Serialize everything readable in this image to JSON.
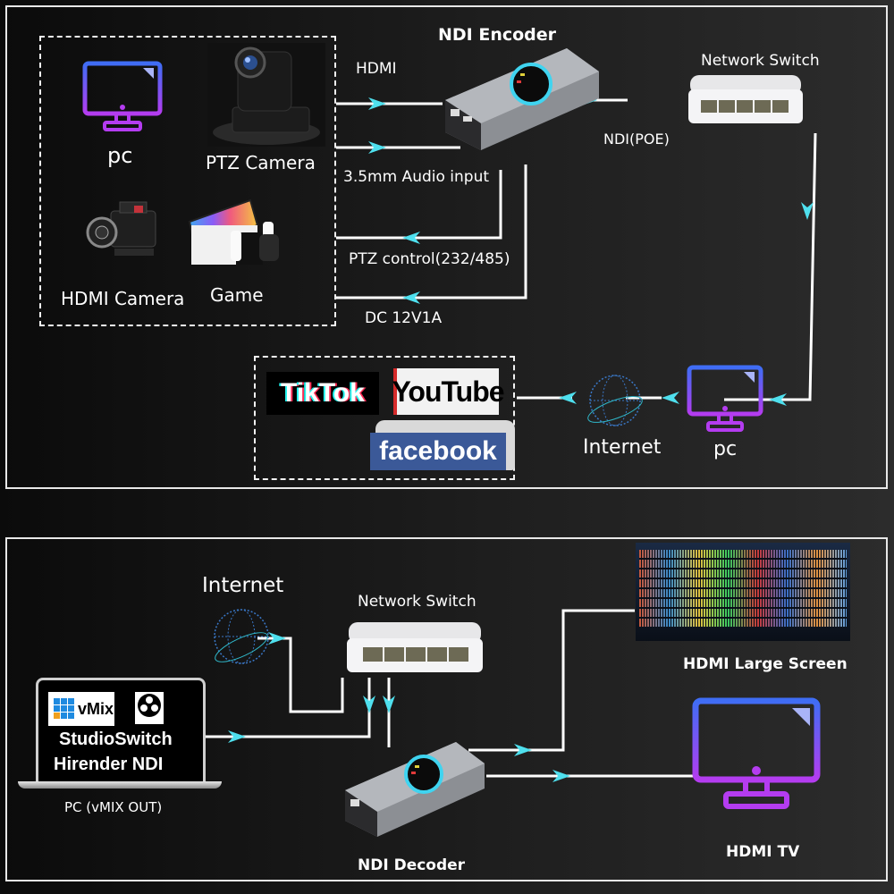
{
  "top_diagram": {
    "sources": {
      "pc_label": "pc",
      "ptz_camera_label": "PTZ Camera",
      "hdmi_camera_label": "HDMI Camera",
      "game_label": "Game"
    },
    "encoder_label": "NDI Encoder",
    "switch_label": "Network Switch",
    "connections": {
      "hdmi": "HDMI",
      "audio": "3.5mm Audio input",
      "ptz_control": "PTZ control(232/485)",
      "dc": "DC 12V1A",
      "ndi_poe": "NDI(POE)"
    },
    "pc_label": "pc",
    "internet_label": "Internet",
    "platforms": {
      "tiktok": "TikTok",
      "youtube": "YouTube",
      "facebook": "facebook"
    }
  },
  "bottom_diagram": {
    "internet_label": "Internet",
    "switch_label": "Network Switch",
    "laptop": {
      "vmix_logo": "vMix",
      "obs_logo": "OBS",
      "software_line1": "StudioSwitch",
      "software_line2": "Hirender NDI",
      "caption": "PC (vMIX OUT)"
    },
    "decoder_label": "NDI Decoder",
    "large_screen_label": "HDMI Large Screen",
    "tv_label": "HDMI TV"
  },
  "colors": {
    "arrow": "#4fe0ee",
    "line": "#ffffff",
    "monitor_top": "#3f6df5",
    "monitor_bottom": "#b43cf0"
  }
}
